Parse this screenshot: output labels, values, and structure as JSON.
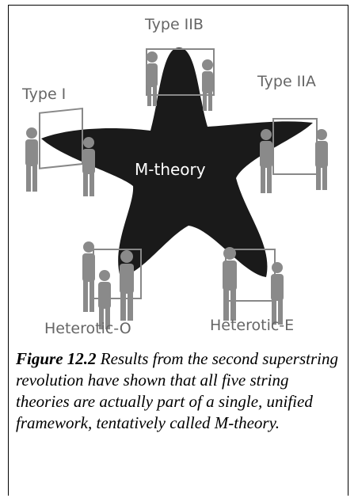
{
  "diagram": {
    "center_label": "M-theory",
    "theories": {
      "type_iib": "Type IIB",
      "type_i": "Type I",
      "type_iia": "Type IIA",
      "heterotic_o": "Heterotic-O",
      "heterotic_e": "Heterotic-E"
    }
  },
  "caption": {
    "figure_number": "Figure 12.2",
    "text": "Results from the second superstring revolution have shown that all five string theories are actually part of a single, unified framework, tentatively called M-theory."
  }
}
